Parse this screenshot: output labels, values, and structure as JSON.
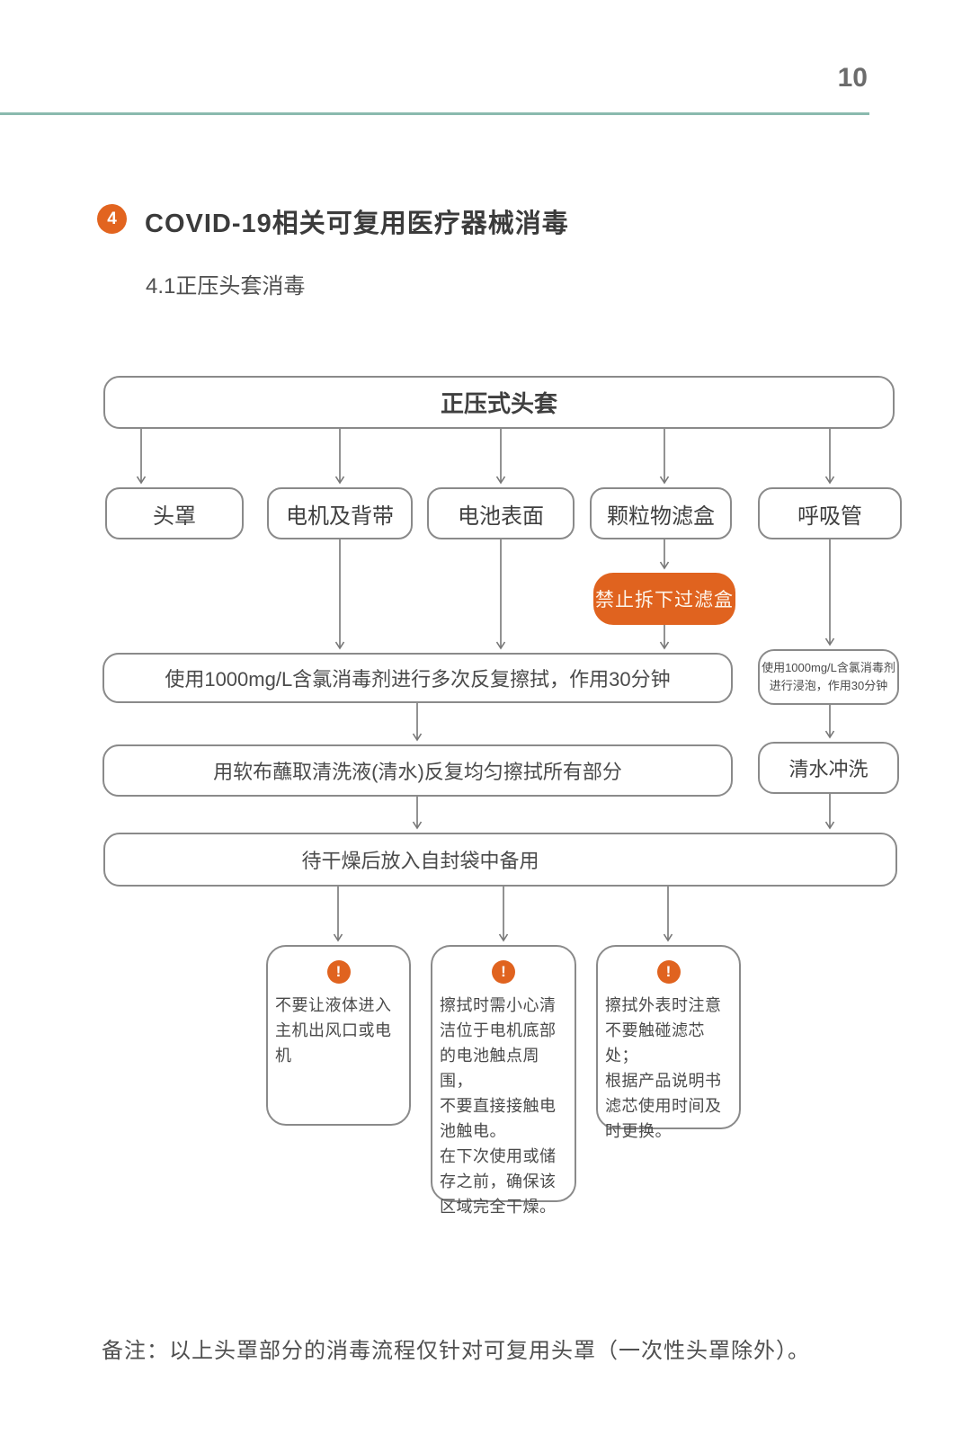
{
  "page": {
    "number": "10"
  },
  "section": {
    "badge": "4",
    "title": "COVID-19相关可复用医疗器械消毒",
    "subtitle": "4.1正压头套消毒"
  },
  "flowchart": {
    "root": "正压式头套",
    "parts": {
      "hood": "头罩",
      "motor": "电机及背带",
      "battery": "电池表面",
      "filter": "颗粒物滤盒",
      "tube": "呼吸管"
    },
    "ban_note": "禁止拆下过滤盒",
    "wipe_step": "使用1000mg/L含氯消毒剂进行多次反复擦拭，作用30分钟",
    "soak_step": "使用1000mg/L含氯消毒剂\n进行浸泡，作用30分钟",
    "soft_wipe_step": "用软布蘸取清洗液(清水)反复均匀擦拭所有部分",
    "water_rinse_step": "清水冲洗",
    "dry_step": "待干燥后放入自封袋中备用",
    "cautions": [
      {
        "icon": "!",
        "text": "不要让液体进入\n主机出风口或电机"
      },
      {
        "icon": "!",
        "text": "擦拭时需小心清\n洁位于电机底部\n的电池触点周围，\n不要直接接触电\n池触电。\n在下次使用或储\n存之前，确保该\n区域完全干燥。"
      },
      {
        "icon": "!",
        "text": "擦拭外表时注意\n不要触碰滤芯处；\n根据产品说明书\n滤芯使用时间及\n时更换。"
      }
    ]
  },
  "footer": {
    "note": "备注：以上头罩部分的消毒流程仅针对可复用头罩（一次性头罩除外）。"
  },
  "colors": {
    "accent_orange": "#E0631F",
    "teal_rule": "#8ABAAE",
    "border_gray": "#8A8A8A",
    "text_dark": "#3F3F3F"
  }
}
